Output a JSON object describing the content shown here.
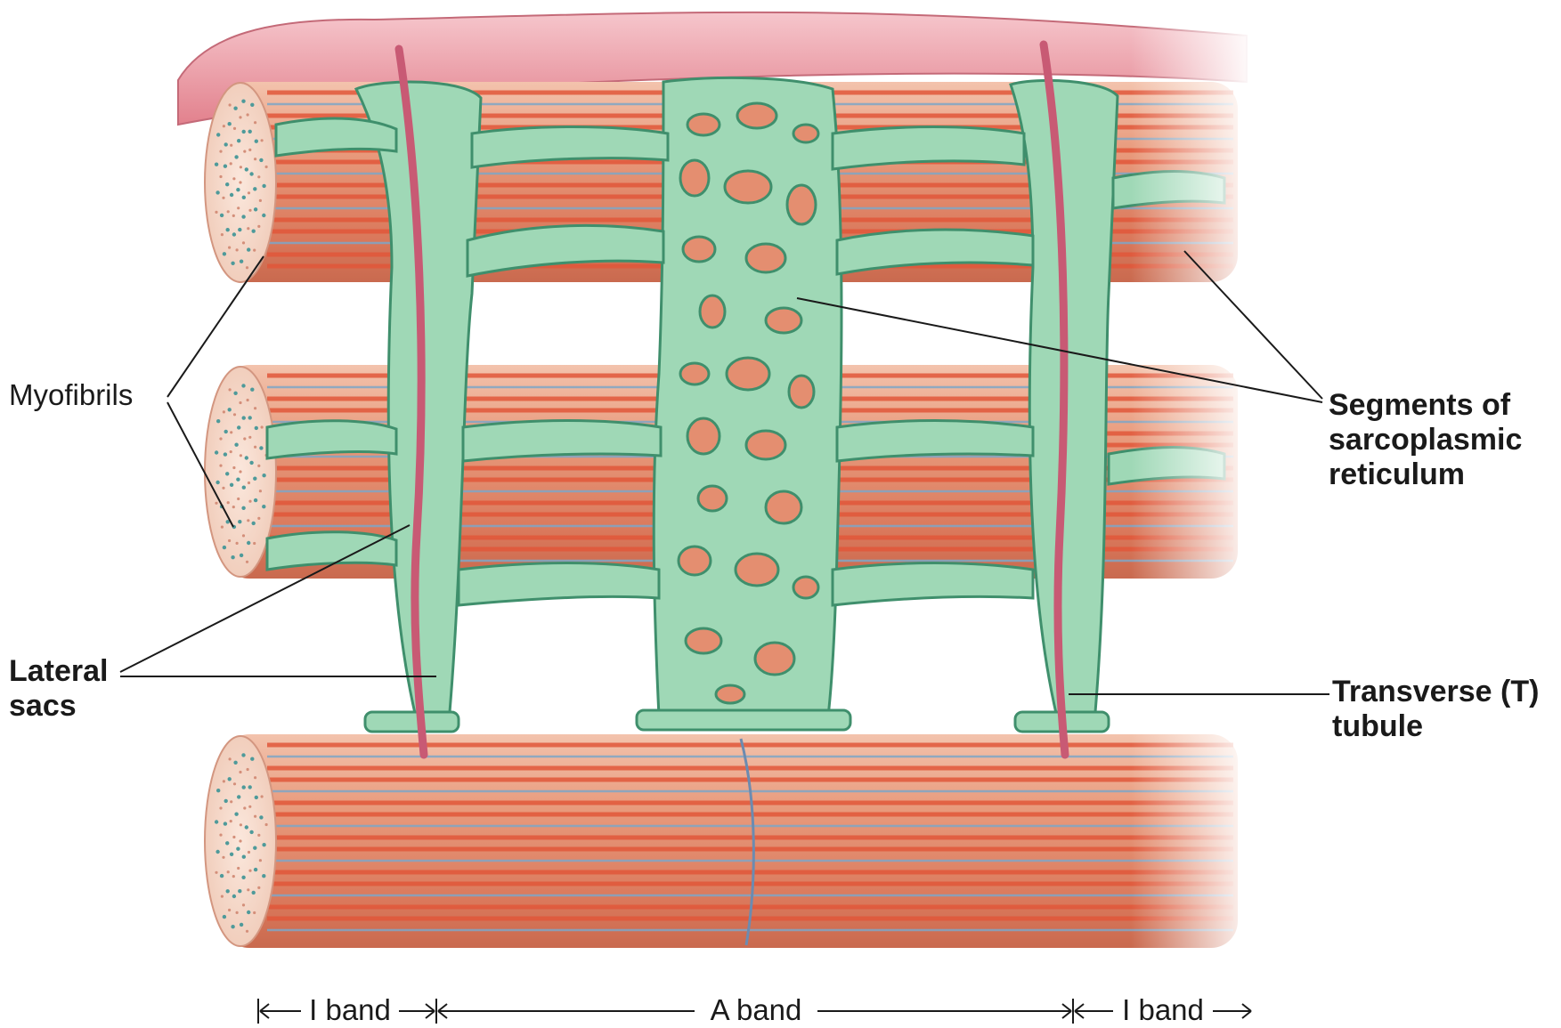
{
  "labels": {
    "myofibrils": "Myofibrils",
    "lateral_sacs": [
      "Lateral",
      "sacs"
    ],
    "sr_segments": [
      "Segments of",
      "sarcoplasmic",
      "reticulum"
    ],
    "t_tubule": [
      "Transverse (T)",
      "tubule"
    ]
  },
  "bands": {
    "i_band_left": "I band",
    "a_band": "A band",
    "i_band_right": "I band"
  },
  "colors": {
    "membrane": "#e58c97",
    "myofibril": "#de7a5c",
    "filament_red": "#e0573a",
    "filament_blue": "#7fa6c6",
    "reticulum": "#8fd1a9",
    "reticulum_edge": "#3f8f6c",
    "t_tubule": "#c85a74"
  }
}
